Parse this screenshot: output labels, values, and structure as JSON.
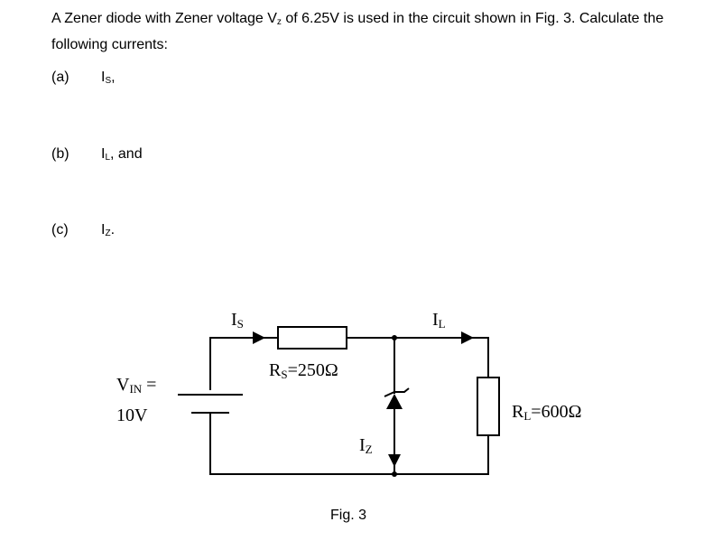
{
  "question": {
    "intro_part1": "A Zener diode with Zener voltage V",
    "intro_sub": "z",
    "intro_part2": " of 6.25V is used in the circuit shown in Fig. 3.  Calculate the following currents:"
  },
  "items": [
    {
      "label": "(a)",
      "var": "I",
      "sub": "S",
      "suffix": ","
    },
    {
      "label": "(b)",
      "var": "I",
      "sub": "L",
      "suffix": ", and"
    },
    {
      "label": "(c)",
      "var": "I",
      "sub": "Z",
      "suffix": "."
    }
  ],
  "circuit": {
    "is_label": "I",
    "is_sub": "S",
    "il_label": "I",
    "il_sub": "L",
    "iz_label": "I",
    "iz_sub": "Z",
    "rs_prefix": "R",
    "rs_sub": "S",
    "rs_value": "=250",
    "rl_prefix": "R",
    "rl_sub": "L",
    "rl_value": "=600",
    "ohm_symbol": "Ω",
    "vin_prefix": "V",
    "vin_sub": "IN",
    "vin_eq": " =",
    "vin_value": "10V"
  },
  "caption": "Fig. 3"
}
